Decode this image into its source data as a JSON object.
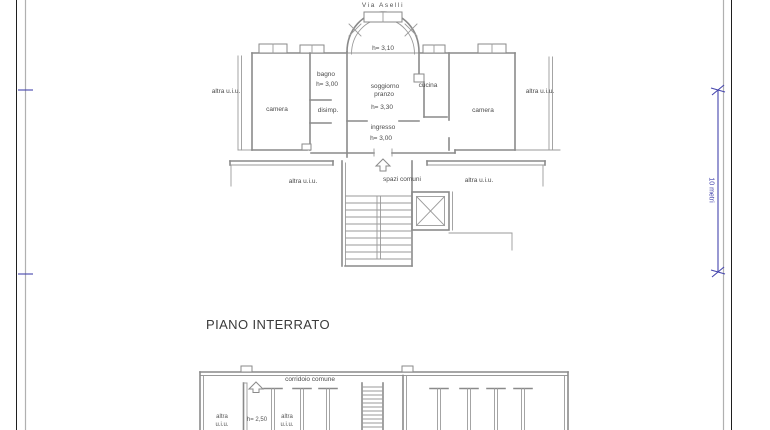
{
  "colors": {
    "wall_line": "#8a8a8a",
    "frame_line": "#1f1f1f",
    "dimension_blue": "#4545ad",
    "text": "#4b4b4b",
    "background": "#ffffff"
  },
  "upper_plan": {
    "street": "Via Aselli",
    "labels": {
      "bay_h": "h= 3,10",
      "bagno": "bagno",
      "bagno_h": "h= 3,00",
      "camera_left": "camera",
      "disimp": "disimp.",
      "soggiorno1": "soggiorno",
      "soggiorno2": "pranzo",
      "soggiorno_h": "h= 3,30",
      "cucina": "cucina",
      "camera_right": "camera",
      "ingresso": "ingresso",
      "ingresso_h": "h= 3,00",
      "spazi_comuni": "spazi comuni"
    },
    "other_units": [
      "altra u.i.u.",
      "altra u.i.u.",
      "altra u.i.u.",
      "altra u.i.u."
    ]
  },
  "dimension": {
    "label": "10 metri"
  },
  "basement": {
    "title": "PIANO INTERRATO",
    "corridoio": "corridoio comune",
    "cell1_line1": "altra",
    "cell1_line2": "u.i.u.",
    "cell_h": "h= 2,50",
    "cell2_line1": "altra",
    "cell2_line2": "u.i.u."
  }
}
